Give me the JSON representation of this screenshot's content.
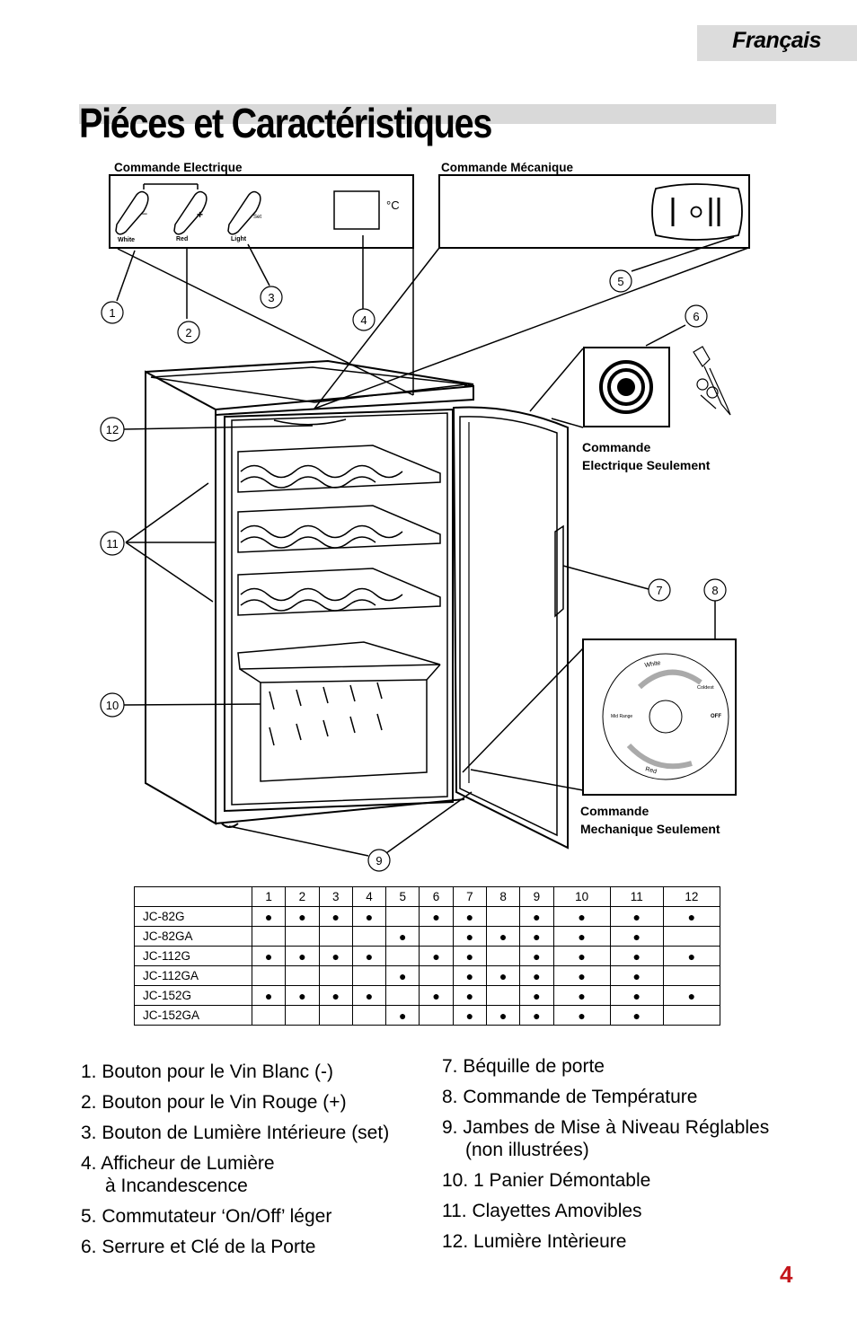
{
  "header": {
    "language": "Français",
    "title": "Piéces et Caractéristiques"
  },
  "panels": {
    "electric_title": "Commande Electrique",
    "mechanical_title": "Commande Mécanique",
    "knob_labels": [
      "White",
      "Red",
      "Light"
    ],
    "set_label": "Set",
    "degree_label": "°C",
    "lock_caption_1": "Commande",
    "lock_caption_2": "Electrique Seulement",
    "mech_caption_1": "Commande",
    "mech_caption_2": "Mechanique Seulement",
    "dial": {
      "white": "White",
      "coldest": "Coldest",
      "mid": "Mid Range",
      "off": "OFF",
      "red": "Red"
    }
  },
  "callouts": [
    "1",
    "2",
    "3",
    "4",
    "5",
    "6",
    "7",
    "8",
    "9",
    "10",
    "11",
    "12"
  ],
  "table": {
    "columns": [
      "1",
      "2",
      "3",
      "4",
      "5",
      "6",
      "7",
      "8",
      "9",
      "10",
      "11",
      "12"
    ],
    "rows": [
      {
        "model": "JC-82G",
        "marks": [
          1,
          1,
          1,
          1,
          0,
          1,
          1,
          0,
          1,
          1,
          1,
          1
        ]
      },
      {
        "model": "JC-82GA",
        "marks": [
          0,
          0,
          0,
          0,
          1,
          0,
          1,
          1,
          1,
          1,
          1,
          0
        ]
      },
      {
        "model": "JC-112G",
        "marks": [
          1,
          1,
          1,
          1,
          0,
          1,
          1,
          0,
          1,
          1,
          1,
          1
        ]
      },
      {
        "model": "JC-112GA",
        "marks": [
          0,
          0,
          0,
          0,
          1,
          0,
          1,
          1,
          1,
          1,
          1,
          0
        ]
      },
      {
        "model": "JC-152G",
        "marks": [
          1,
          1,
          1,
          1,
          0,
          1,
          1,
          0,
          1,
          1,
          1,
          1
        ]
      },
      {
        "model": "JC-152GA",
        "marks": [
          0,
          0,
          0,
          0,
          1,
          0,
          1,
          1,
          1,
          1,
          1,
          0
        ]
      }
    ]
  },
  "parts_left": [
    "1. Bouton pour le Vin Blanc (-)",
    "2. Bouton pour le Vin Rouge (+)",
    "3. Bouton de Lumière Intérieure (set)",
    "4. Afficheur de Lumière",
    "à Incandescence",
    "5. Commutateur ‘On/Off’ léger",
    "6. Serrure et Clé de la Porte"
  ],
  "parts_right": [
    "7. Béquille de porte",
    "8. Commande de Température",
    "9. Jambes de Mise à Niveau Réglables",
    "(non illustrées)",
    "10. 1 Panier Démontable",
    "11. Clayettes Amovibles",
    "12. Lumière Intèrieure"
  ],
  "page_number": "4"
}
